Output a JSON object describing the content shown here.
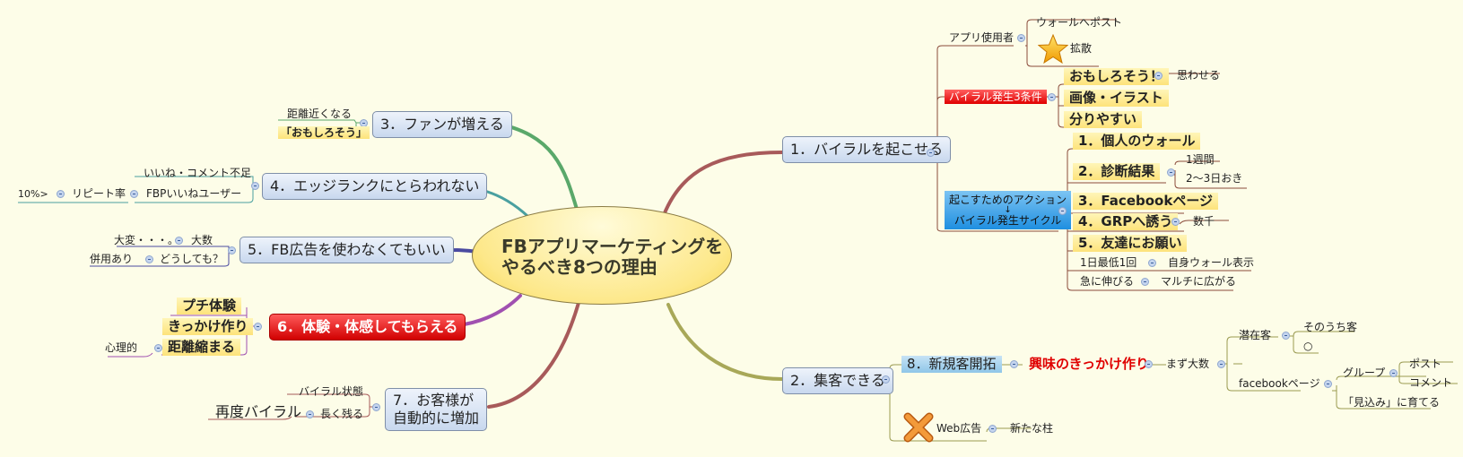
{
  "center": {
    "line1": "FBアプリマーケティングを",
    "line2": "やるべき8つの理由"
  },
  "right": {
    "b1": {
      "label": "1．バイラルを起こせる",
      "app_user": {
        "label": "アプリ使用者",
        "children": [
          "ウォールへポスト",
          "拡散"
        ],
        "icon": "star-icon"
      },
      "conditions": {
        "label": "バイラル発生3条件",
        "items": [
          "おもしろそう！",
          "画像・イラスト",
          "分りやすい"
        ],
        "omoshiro_child": "思わせる"
      },
      "actions": {
        "label_line1": "起こすためのアクション",
        "arrow": "↓",
        "label_line2": "バイラル発生サイクル",
        "items": [
          "1．個人のウォール",
          "2．診断結果",
          "3．Facebookページ",
          "4．GRPへ誘う",
          "5．友達にお願い"
        ],
        "shindan_children": [
          "1週間",
          "2～3日おき"
        ],
        "grp_child": "数千",
        "daily": {
          "label": "1日最低1回",
          "child": "自身ウォール表示"
        },
        "rapid": {
          "label": "急に伸びる",
          "child": "マルチに広がる"
        }
      }
    },
    "b2": {
      "label": "2．集客できる",
      "newcust": {
        "label": "8．新規客開拓",
        "trigger": "興味のきっかけ作り",
        "first": "まず大数",
        "potential": {
          "label": "潜在客",
          "children": [
            "そのうち客",
            "○"
          ]
        },
        "fbpage": {
          "label": "facebookページ",
          "group": "グループ",
          "group_children": [
            "ポスト",
            "コメント"
          ],
          "grow": "「見込み」に育てる"
        }
      },
      "webad": {
        "label": "Web広告",
        "child": "新たな柱",
        "icon": "cross-icon"
      }
    }
  },
  "left": {
    "b3": {
      "label": "3．ファンが増える",
      "children": [
        "距離近くなる",
        "「おもしろそう」"
      ]
    },
    "b4": {
      "label": "4．エッジランクにとらわれない",
      "children": [
        "いいね・コメント不足",
        "FBPいいねユーザー"
      ],
      "repeat": "リピート率",
      "rate": "10%>"
    },
    "b5": {
      "label": "5．FB広告を使わなくてもいい",
      "many": "大数",
      "hard": "大変・・・。",
      "anyway": "どうしても？",
      "combined": "併用あり"
    },
    "b6": {
      "label": "6．体験・体感してもらえる",
      "children": [
        "プチ体験",
        "きっかけ作り",
        "距離縮まる"
      ],
      "mental": "心理的"
    },
    "b7": {
      "label_line1": "7．お客様が",
      "label_line2": "自動的に増加",
      "children": [
        "バイラル状態",
        "長く残る"
      ],
      "again": "再度バイラル"
    }
  },
  "colors": {
    "background": "#fdfde8",
    "b1": "#a85a5a",
    "b2": "#a8a858",
    "b3": "#5aa86a",
    "b4": "#4aa0a0",
    "b5": "#4a4aa0",
    "b6": "#a050b0",
    "b7": "#a85a5a"
  }
}
